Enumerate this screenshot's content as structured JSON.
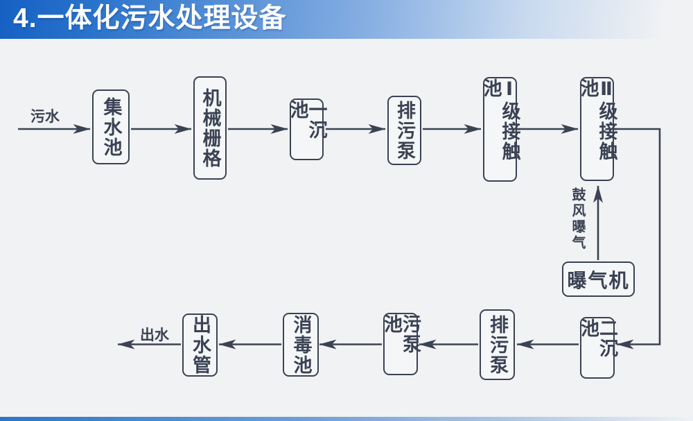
{
  "slide": {
    "title": "4.一体化污水处理设备"
  },
  "flowchart": {
    "inflow_label": "污水",
    "outflow_label": "出水",
    "aeration_label": "鼓风曝气",
    "nodes": [
      {
        "id": "collecting-tank",
        "label": "集水池"
      },
      {
        "id": "mechanical-grid",
        "label": "机械栅格"
      },
      {
        "id": "primary-sedimentation",
        "label": "一沉池"
      },
      {
        "id": "sewage-pump-top",
        "label": "排污泵"
      },
      {
        "id": "level1-contact-tank",
        "label": "Ⅰ级接触池"
      },
      {
        "id": "level2-contact-tank",
        "label": "Ⅱ级接触池"
      },
      {
        "id": "aerator",
        "label": "曝气机"
      },
      {
        "id": "secondary-sedimentation",
        "label": "二沉池"
      },
      {
        "id": "sewage-pump-bottom",
        "label": "排污泵"
      },
      {
        "id": "dirty-pump-tank",
        "label": "污泵池"
      },
      {
        "id": "disinfection-tank",
        "label": "消毒池"
      },
      {
        "id": "outlet-pipe",
        "label": "出水管"
      }
    ]
  },
  "colors": {
    "ink": "#3A4254",
    "header_blue": "#1560C3",
    "footer_blue": "#2D76C5",
    "background": "#F1F2F3"
  }
}
